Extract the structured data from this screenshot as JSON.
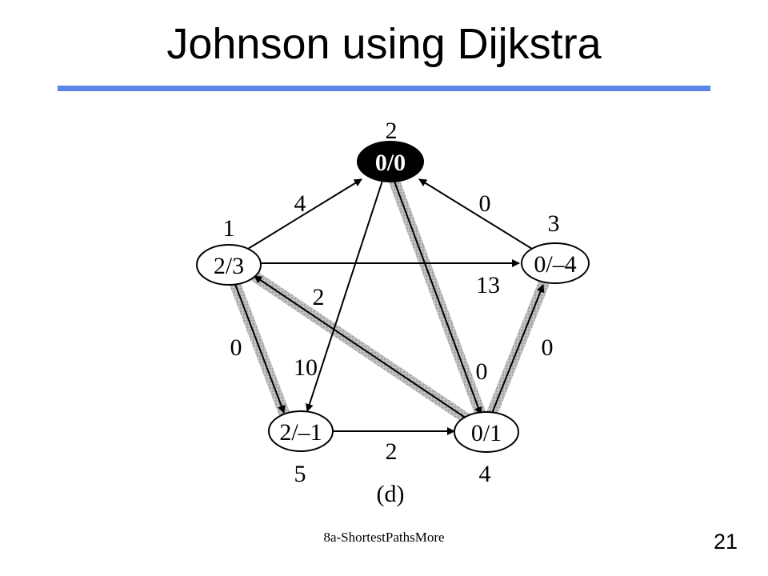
{
  "slide": {
    "title": "Johnson using Dijkstra",
    "footer": "8a-ShortestPathsMore",
    "page_number": "21",
    "accent_color": "#5b86e5"
  },
  "diagram": {
    "caption": "(d)",
    "nodes": {
      "top": {
        "label": "0/0",
        "index": "2"
      },
      "left": {
        "label": "2/3",
        "index": "1"
      },
      "right": {
        "label": "0/–4",
        "index": "3"
      },
      "bottom_left": {
        "label": "2/–1",
        "index": "5"
      },
      "bottom_right": {
        "label": "0/1",
        "index": "4"
      }
    },
    "edge_weights": {
      "left_to_top": "4",
      "right_to_top": "0",
      "left_to_right": "13",
      "bottom_right_to_left": "2",
      "left_to_bottom_left": "0",
      "top_to_bottom_left": "10",
      "top_to_bottom_right": "0",
      "bottom_right_to_right": "0",
      "bottom_left_to_bottom_right": "2"
    }
  }
}
